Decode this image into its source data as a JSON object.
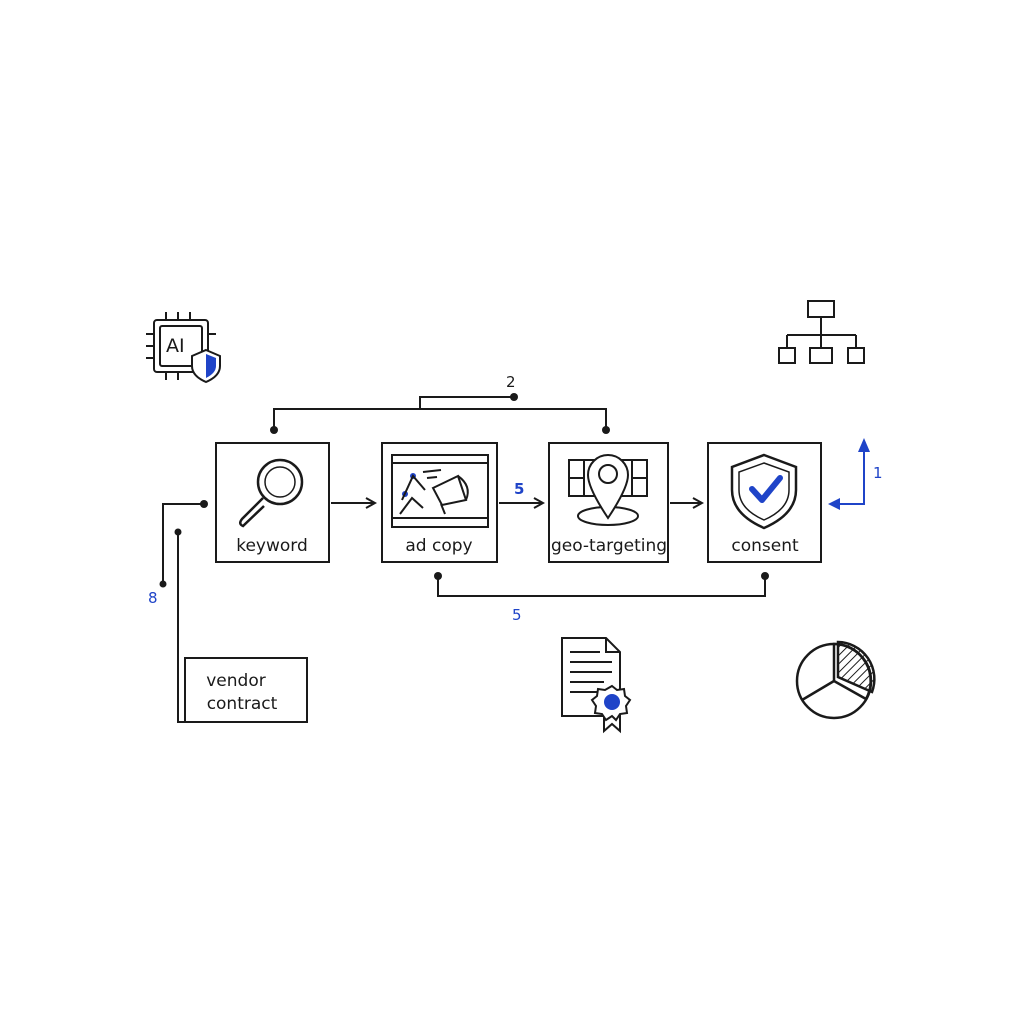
{
  "colors": {
    "ink": "#1a1a1a",
    "accent": "#1f44c8",
    "background": "#ffffff"
  },
  "nodes": [
    {
      "id": "keyword",
      "label": "keyword",
      "icon": "magnifier-icon"
    },
    {
      "id": "ad-copy",
      "label": "ad copy",
      "icon": "billboard-megaphone-icon"
    },
    {
      "id": "geo-targeting",
      "label": "geo-targeting",
      "icon": "map-pin-icon"
    },
    {
      "id": "consent",
      "label": "consent",
      "icon": "shield-check-icon"
    }
  ],
  "vendor_box": {
    "line1": "vendor",
    "line2": "contract"
  },
  "edge_labels": {
    "top_bracket": "2",
    "adcopy_to_geo": "5",
    "bottom_bracket": "5",
    "vendor_bracket": "8",
    "consent_input": "1"
  },
  "chip_label": "AI",
  "decorative_icons": [
    "ai-chip-shield-icon",
    "org-chart-icon",
    "certificate-document-icon",
    "pie-chart-icon"
  ]
}
